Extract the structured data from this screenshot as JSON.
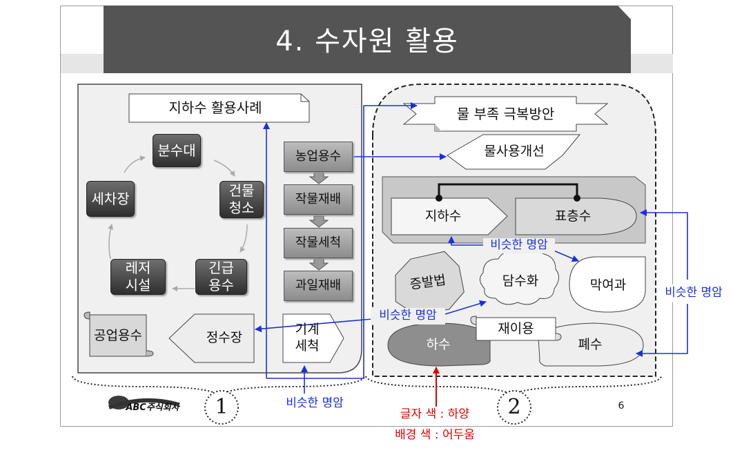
{
  "slide": {
    "title": "4. 수자원 활용",
    "page_number": "6",
    "logo_text": "ABC주식회사"
  },
  "left_panel": {
    "heading": "지하수 활용사례",
    "cycle": [
      "분수대",
      "건물\n청소",
      "긴급\n용수",
      "레저\n시설",
      "세차장"
    ],
    "flow": [
      "농업용수",
      "작물재배",
      "작물세척",
      "과일재배"
    ],
    "industrial": "공업용수",
    "purification": "정수장",
    "machine_wash": "기계\n세척"
  },
  "right_panel": {
    "heading": "물 부족 극복방안",
    "reuse_banner": "물사용개선",
    "groundwater": "지하수",
    "surface_water": "표층수",
    "evaporation": "증발법",
    "desalination": "담수화",
    "retention": "막여과",
    "reuse": "재이용",
    "sewage": "하수",
    "wastewater": "폐수"
  },
  "markers": {
    "one": "1",
    "two": "2"
  },
  "notes": {
    "similar_1": "비슷한 명암",
    "similar_2": "비슷한 명암",
    "similar_3": "비슷한 명암",
    "similar_4": "비슷한 명암",
    "text_color": "글자 색 : 하양",
    "bg_color": "배경 색 : 어두움"
  },
  "colors": {
    "annotation_blue": "#1c2fd6",
    "annotation_red": "#e00000",
    "title_bar": "#555555"
  }
}
